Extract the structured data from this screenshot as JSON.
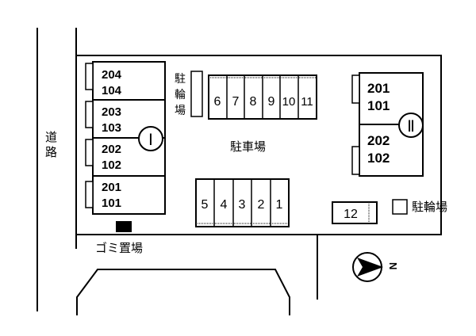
{
  "road": {
    "chars": [
      "道",
      "路"
    ]
  },
  "building_1": {
    "numeral": "Ⅰ",
    "units": [
      {
        "top": "204",
        "bottom": "104"
      },
      {
        "top": "203",
        "bottom": "103"
      },
      {
        "top": "202",
        "bottom": "102"
      },
      {
        "top": "201",
        "bottom": "101"
      }
    ]
  },
  "building_2": {
    "numeral": "Ⅱ",
    "units": [
      {
        "top": "201",
        "bottom": "101"
      },
      {
        "top": "202",
        "bottom": "102"
      }
    ]
  },
  "bike_parking_left": {
    "chars": [
      "駐",
      "輪",
      "場"
    ]
  },
  "bike_parking_right": {
    "label": "駐輪場"
  },
  "parking_area": {
    "label": "駐車場"
  },
  "parking_row_top": [
    "6",
    "7",
    "8",
    "9",
    "10",
    "11"
  ],
  "parking_row_bottom": [
    "5",
    "4",
    "3",
    "2",
    "1"
  ],
  "parking_single": "12",
  "garbage": {
    "label": "ゴミ置場"
  },
  "compass": {
    "label": "N"
  }
}
